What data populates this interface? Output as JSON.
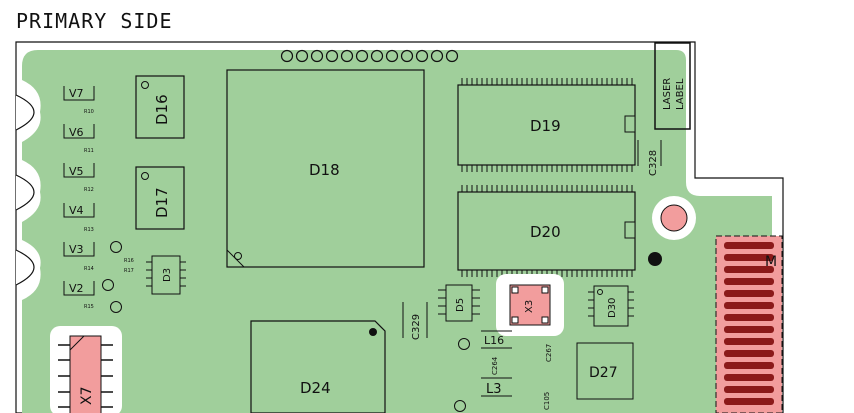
{
  "title": "PRIMARY SIDE",
  "colors": {
    "board": "#a0cf9b",
    "highlight": "#f29d9d",
    "stroke": "#111111",
    "dark_pad": "#8b1a1a"
  },
  "components": {
    "D16": "D16",
    "D17": "D17",
    "D18": "D18",
    "D19": "D19",
    "D20": "D20",
    "D24": "D24",
    "D27": "D27",
    "D3": "D3",
    "D5": "D5",
    "D30": "D30",
    "X3": "X3",
    "X7": "X7",
    "C328": "C328",
    "C329": "C329",
    "L16": "L16",
    "L3": "L3",
    "C264": "C264",
    "C267": "C267",
    "C105": "C105",
    "M": "M"
  },
  "laser_label": [
    "LASER",
    "LABEL"
  ],
  "voltage_pads": [
    "V7",
    "V6",
    "V5",
    "V4",
    "V3",
    "V2"
  ],
  "small_refs": [
    "R10",
    "R11",
    "R12",
    "R13",
    "R14",
    "R15",
    "R16",
    "R17"
  ]
}
